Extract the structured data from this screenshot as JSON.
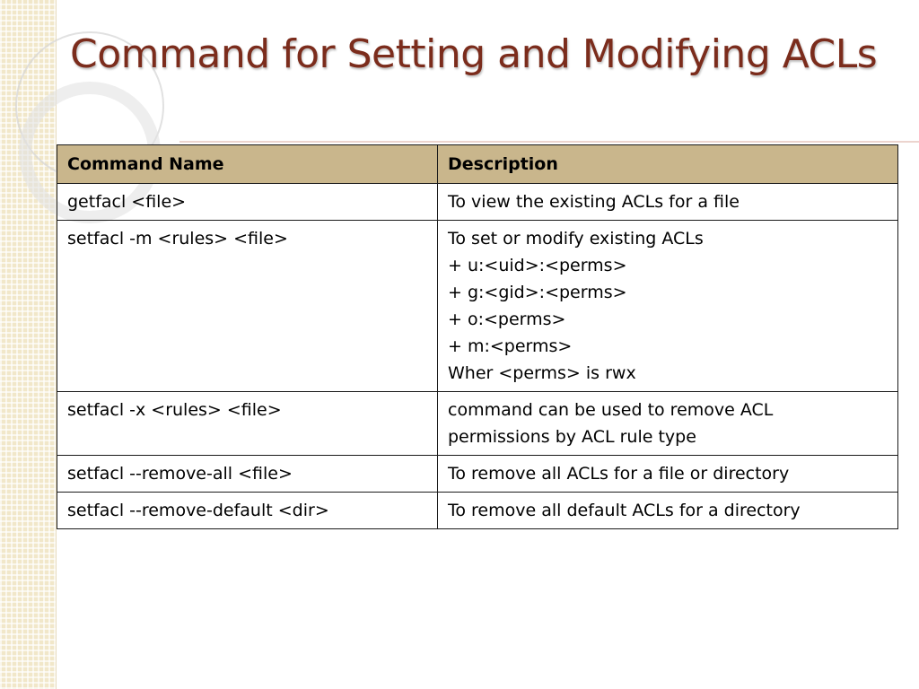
{
  "slide": {
    "title": "Command for Setting and Modifying ACLs"
  },
  "table": {
    "headers": [
      "Command Name",
      "Description"
    ],
    "rows": [
      {
        "command": "getfacl <file>",
        "description": [
          "To view the existing ACLs for a file"
        ]
      },
      {
        "command": "setfacl -m <rules> <file>",
        "description": [
          "To set or modify existing ACLs",
          "+ u:<uid>:<perms>",
          "+ g:<gid>:<perms>",
          "+ o:<perms>",
          "+ m:<perms>",
          "Wher <perms> is rwx"
        ]
      },
      {
        "command": "setfacl -x <rules> <file>",
        "description": [
          "command can be used to remove ACL",
          "permissions by ACL rule type"
        ]
      },
      {
        "command": "setfacl --remove-all <file>",
        "description": [
          "To remove all ACLs for a file or directory"
        ]
      },
      {
        "command": "setfacl --remove-default <dir>",
        "description": [
          "To remove all default ACLs for a directory"
        ]
      }
    ]
  },
  "theme": {
    "title_color": "#7b2c1c",
    "header_fill": "#c9b68c",
    "strip_color": "#f1e7c9"
  }
}
